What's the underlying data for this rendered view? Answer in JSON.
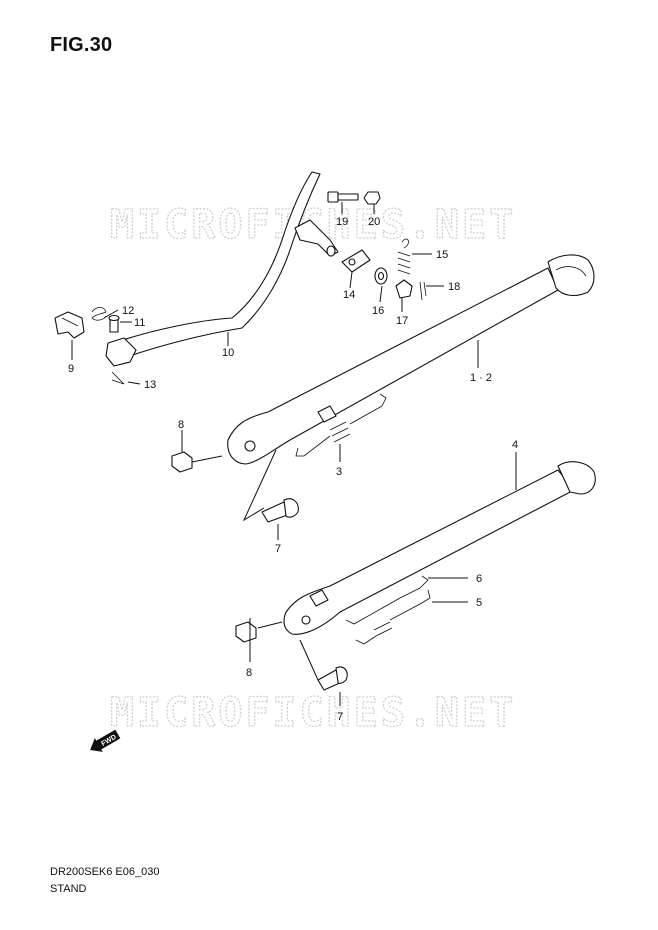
{
  "figure": {
    "title": "FIG.30"
  },
  "watermarks": [
    "MICROFICHES.NET",
    "MICROFICHES.NET"
  ],
  "callouts": {
    "c1_2": "1 · 2",
    "c3": "3",
    "c4": "4",
    "c5": "5",
    "c6": "6",
    "c7a": "7",
    "c7b": "7",
    "c8a": "8",
    "c8b": "8",
    "c9": "9",
    "c10": "10",
    "c11": "11",
    "c12": "12",
    "c13": "13",
    "c14": "14",
    "c15": "15",
    "c16": "16",
    "c17": "17",
    "c18": "18",
    "c19": "19",
    "c20": "20"
  },
  "fwd_badge": {
    "label": "FWD",
    "icon": "fwd-arrow-icon"
  },
  "footer": {
    "code": "DR200SEK6 E06_030",
    "name": "STAND"
  }
}
